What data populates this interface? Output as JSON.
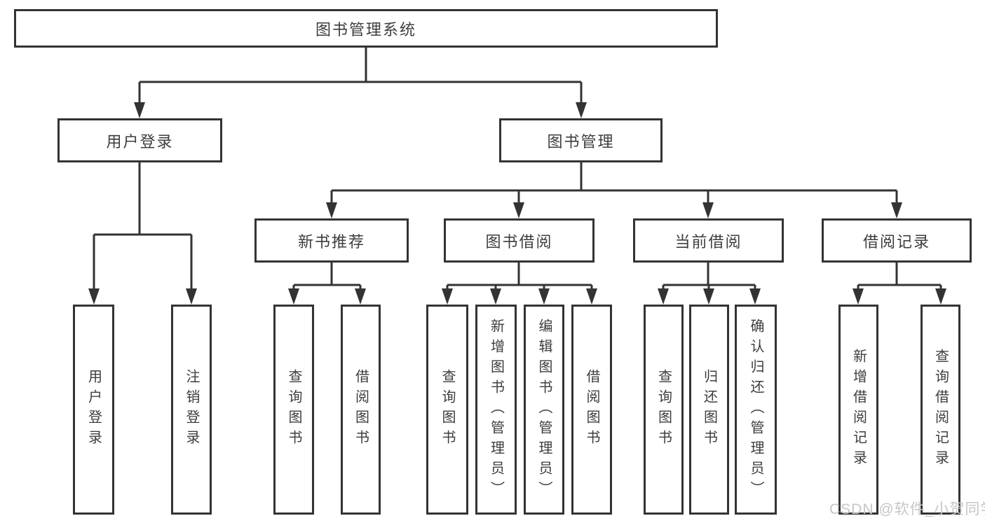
{
  "tree": {
    "label": "图书管理系统",
    "children": [
      {
        "label": "用户登录",
        "children": [
          {
            "label": "用户登录"
          },
          {
            "label": "注销登录"
          }
        ]
      },
      {
        "label": "图书管理",
        "children": [
          {
            "label": "新书推荐",
            "children": [
              {
                "label": "查询图书"
              },
              {
                "label": "借阅图书"
              }
            ]
          },
          {
            "label": "图书借阅",
            "children": [
              {
                "label": "查询图书"
              },
              {
                "label": "新增图书（管理员）"
              },
              {
                "label": "编辑图书（管理员）"
              },
              {
                "label": "借阅图书"
              }
            ]
          },
          {
            "label": "当前借阅",
            "children": [
              {
                "label": "查询图书"
              },
              {
                "label": "归还图书"
              },
              {
                "label": "确认归还（管理员）"
              }
            ]
          },
          {
            "label": "借阅记录",
            "children": [
              {
                "label": "新增借阅记录"
              },
              {
                "label": "查询借阅记录"
              }
            ]
          }
        ]
      }
    ]
  },
  "watermark": {
    "text": "CSDN @软件_小贺同学"
  },
  "colors": {
    "line": "#333333",
    "box_border": "#333333",
    "text": "#3d3d3d",
    "background": "#ffffff",
    "watermark": "#c6c6c6"
  }
}
